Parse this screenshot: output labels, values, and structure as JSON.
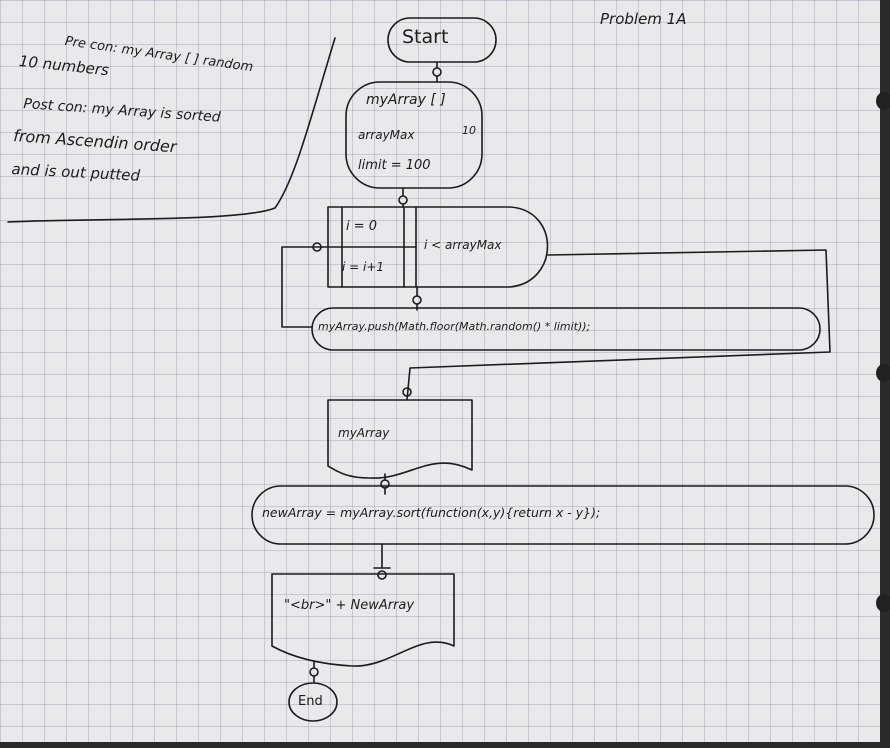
{
  "header": {
    "problem_label": "Problem 1A"
  },
  "notes": {
    "precondition_line1": "Pre con: my Array [ ] random",
    "precondition_line2": "10 numbers",
    "postcondition_line1": "Post con: my Array is sorted",
    "postcondition_line2": "from Ascendin order",
    "postcondition_line3": "and is out putted"
  },
  "flowchart": {
    "start_label": "Start",
    "init_array": "myArray [ ]",
    "init_max": "arrayMax",
    "init_max_value": "10",
    "init_limit": "limit = 100",
    "loop_init": "i = 0",
    "loop_increment": "i = i+1",
    "loop_condition": "i < arrayMax",
    "push_statement": "myArray.push(Math.floor(Math.random() * limit));",
    "output1_label": "myArray",
    "sort_statement": "newArray = myArray.sort(function(x,y){return x - y});",
    "output2_label": "\"<br>\" + NewArray",
    "end_label": "End"
  }
}
